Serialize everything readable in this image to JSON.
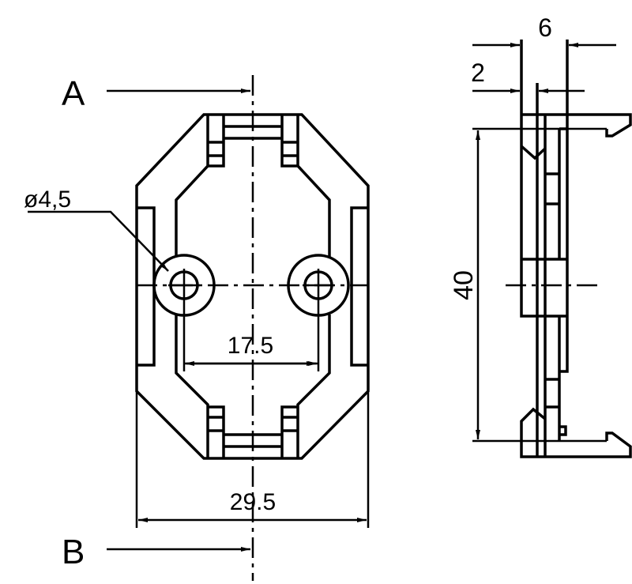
{
  "title": "Socket mounting frame drawing",
  "section_labels": {
    "a": "A",
    "b": "B"
  },
  "dimensions": {
    "hole_diameter": "ø4,5",
    "hole_spacing": "17.5",
    "overall_width": "29.5",
    "depth": "6",
    "flange": "2",
    "height": "40"
  },
  "colors": {
    "line": "#000000",
    "background": "#ffffff"
  }
}
